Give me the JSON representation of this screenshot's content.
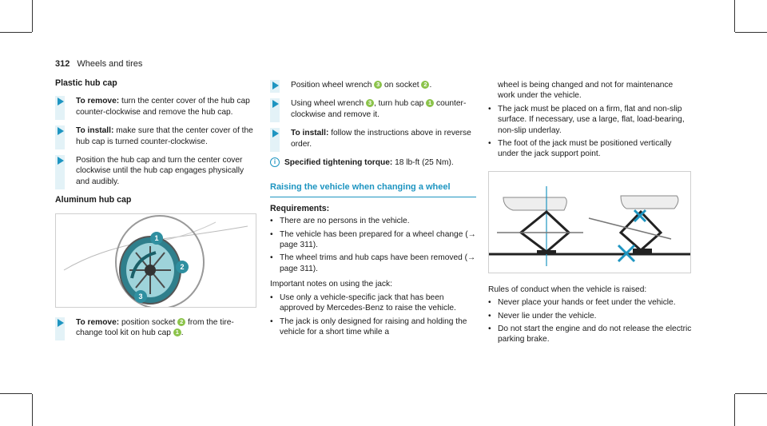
{
  "header": {
    "page_number": "312",
    "title": "Wheels and tires"
  },
  "col1": {
    "plastic_heading": "Plastic hub cap",
    "step1_label": "To remove:",
    "step1_text": " turn the center cover of the hub cap counter-clockwise and remove the hub cap.",
    "step2_label": "To install:",
    "step2_text": " make sure that the center cover of the hub cap is turned counter-clockwise.",
    "step3_text": "Position the hub cap and turn the center cover clockwise until the hub cap engages physically and audibly.",
    "aluminum_heading": "Aluminum hub cap",
    "step4_label": "To remove:",
    "step4_text_a": " position socket ",
    "step4_text_b": " from the tire-change tool kit on hub cap ",
    "step4_text_c": "."
  },
  "col2": {
    "s1_a": "Position wheel wrench ",
    "s1_b": " on socket ",
    "s1_c": ".",
    "s2_a": "Using wheel wrench ",
    "s2_b": ", turn hub cap ",
    "s2_c": " counter-clockwise and remove it.",
    "s3_label": "To install:",
    "s3_text": " follow the instructions above in reverse order.",
    "torque_label": "Specified tightening torque:",
    "torque_value": " 18 lb-ft (25 Nm).",
    "section_title": "Raising the vehicle when changing a wheel",
    "req_heading": "Requirements:",
    "req": [
      "There are no persons in the vehicle.",
      "The vehicle has been prepared for a wheel change (→ page 311).",
      "The wheel trims and hub caps have been removed (→ page 311)."
    ],
    "notes_intro": "Important notes on using the jack:",
    "notes": [
      "Use only a vehicle-specific jack that has been approved by Mercedes-Benz to raise the vehicle.",
      "The jack is only designed for raising and holding the vehicle for a short time while a"
    ]
  },
  "col3": {
    "cont_text": "wheel is being changed and not for maintenance work under the vehicle.",
    "bullets": [
      "The jack must be placed on a firm, flat and non-slip surface. If necessary, use a large, flat, load-bearing, non-slip underlay.",
      "The foot of the jack must be positioned vertically under the jack support point."
    ],
    "rules_intro": "Rules of conduct when the vehicle is raised:",
    "rules": [
      "Never place your hands or feet under the vehicle.",
      "Never lie under the vehicle.",
      "Do not start the engine and do not release the electric parking brake."
    ]
  },
  "markers": {
    "one": "1",
    "two": "2",
    "three": "3"
  },
  "colors": {
    "accent": "#1e95c1",
    "marker": "#8bc34a",
    "warn": "#1e95c1"
  }
}
